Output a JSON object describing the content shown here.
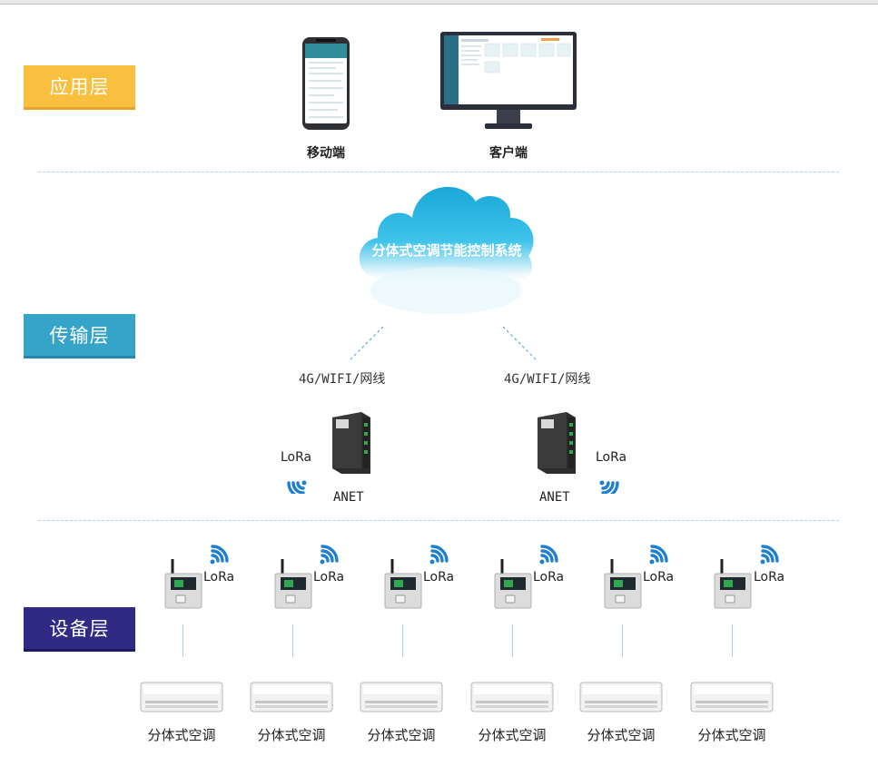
{
  "layers": {
    "application": "应用层",
    "transport": "传输层",
    "device": "设备层"
  },
  "clients": {
    "mobile": "移动端",
    "desktop": "客户端"
  },
  "cloud": {
    "title": "分体式空调节能控制系统"
  },
  "links": {
    "left": "4G/WIFI/网线",
    "right": "4G/WIFI/网线"
  },
  "gateways": [
    {
      "name": "ANET",
      "radio": "LoRa"
    },
    {
      "name": "ANET",
      "radio": "LoRa"
    }
  ],
  "controllers": [
    {
      "radio": "LoRa"
    },
    {
      "radio": "LoRa"
    },
    {
      "radio": "LoRa"
    },
    {
      "radio": "LoRa"
    },
    {
      "radio": "LoRa"
    },
    {
      "radio": "LoRa"
    }
  ],
  "air_conditioners": [
    {
      "label": "分体式空调"
    },
    {
      "label": "分体式空调"
    },
    {
      "label": "分体式空调"
    },
    {
      "label": "分体式空调"
    },
    {
      "label": "分体式空调"
    },
    {
      "label": "分体式空调"
    }
  ],
  "colors": {
    "application_layer": "#f9bf3f",
    "transport_layer": "#36a3c9",
    "device_layer": "#2f2b84",
    "wifi_icon": "#1f7fd0",
    "divider": "#a9d5ee"
  }
}
